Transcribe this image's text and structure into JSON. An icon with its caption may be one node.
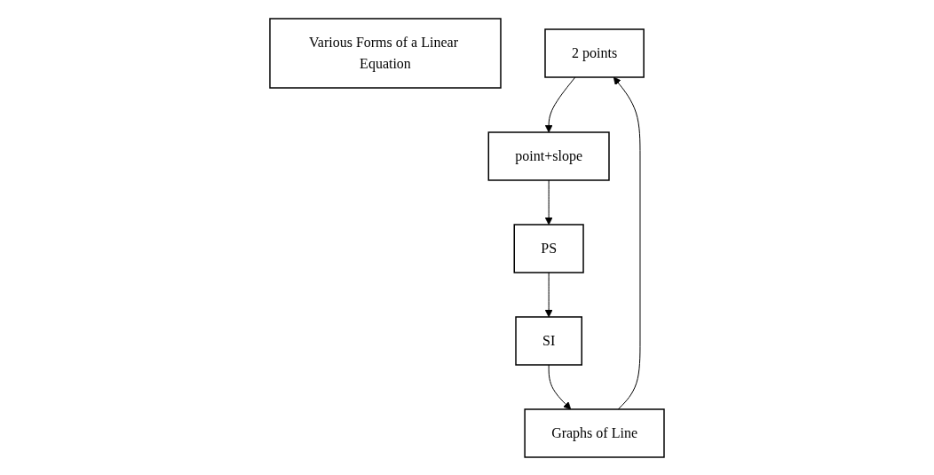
{
  "diagram": {
    "nodes": [
      {
        "text": [
          "Various Forms of a Linear Equation"
        ]
      },
      {
        "text": [
          "2 points"
        ]
      },
      {
        "text": [
          "point+slope"
        ]
      },
      {
        "text": [
          "Graphs of Line"
        ]
      },
      {
        "text": [
          "PS"
        ]
      },
      {
        "text": [
          "SI"
        ]
      }
    ],
    "edges": [
      {
        "from": 3,
        "to": 1,
        "arrow": "to"
      },
      {
        "from": 1,
        "to": 2,
        "arrow": "to"
      },
      {
        "from": 2,
        "to": 4,
        "arrow": "to"
      },
      {
        "from": 4,
        "to": 5,
        "arrow": "to"
      },
      {
        "from": 5,
        "to": 3,
        "arrow": "to"
      }
    ]
  }
}
